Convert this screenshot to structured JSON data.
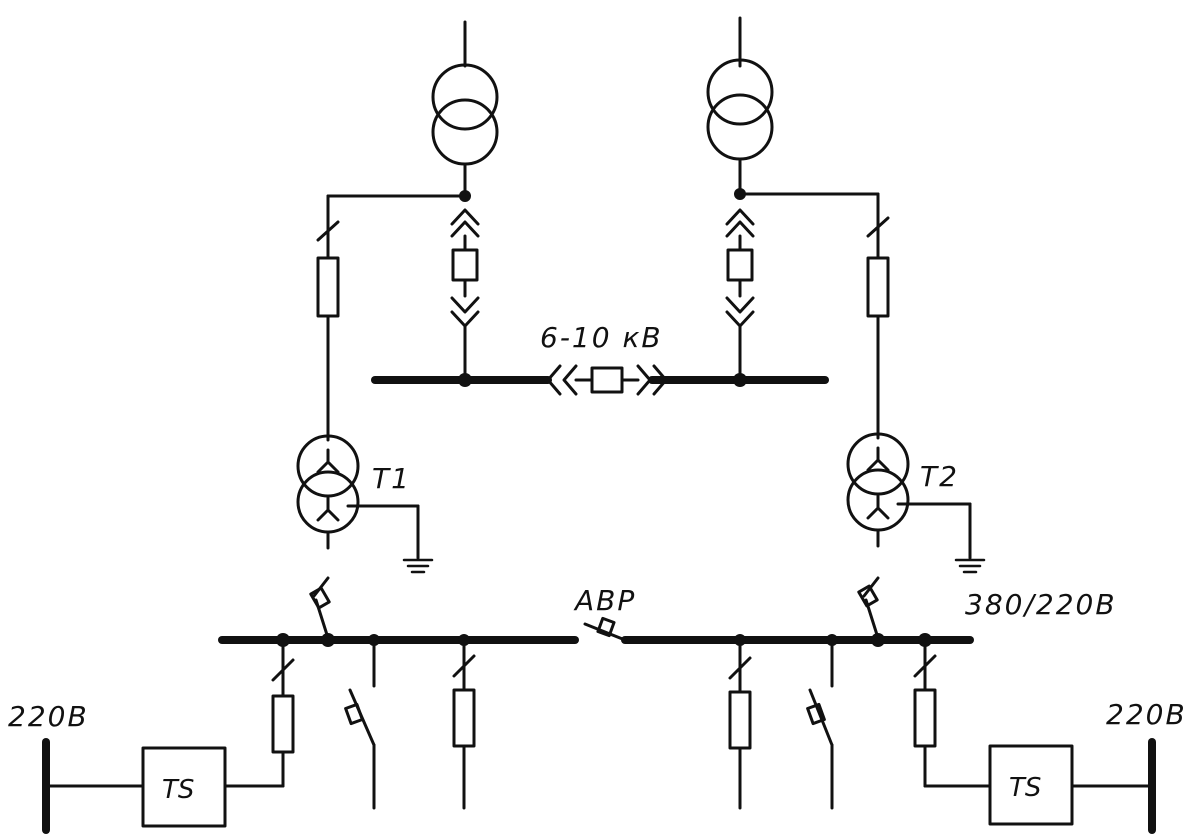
{
  "labels": {
    "hv_bus": "6-10 кВ",
    "lv_bus": "380/220В",
    "transformer_left": "T1",
    "transformer_right": "T2",
    "ats": "АВР",
    "consumer_left_voltage": "220В",
    "consumer_right_voltage": "220В",
    "ts_left": "TS",
    "ts_right": "TS"
  }
}
